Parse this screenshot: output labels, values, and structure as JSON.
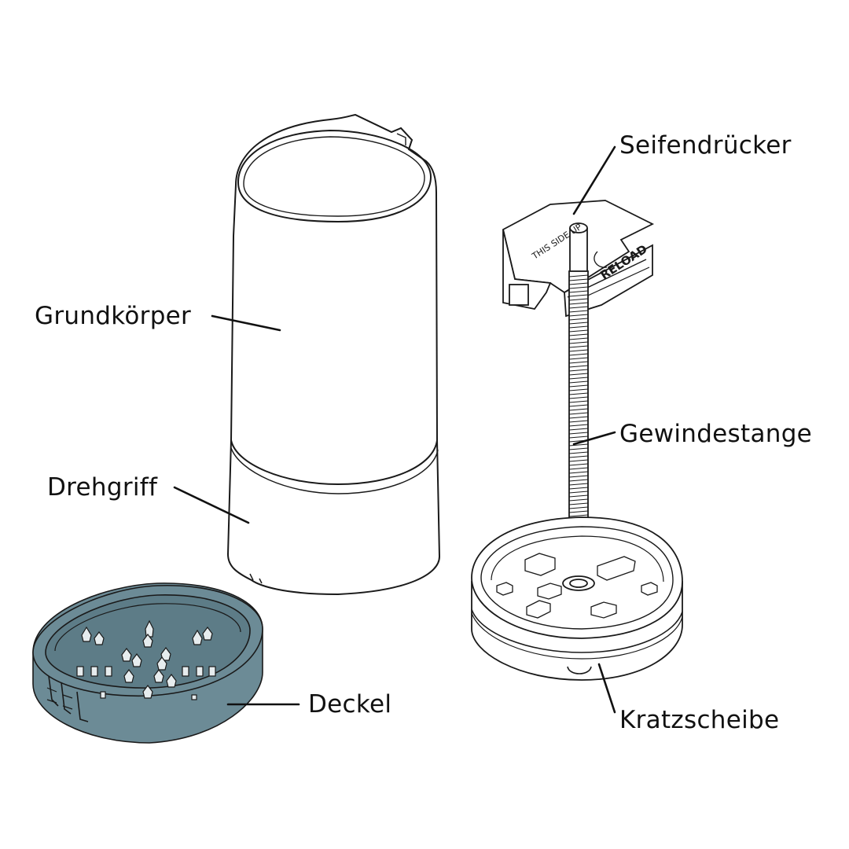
{
  "labels": {
    "grundkoerper": "Grundkörper",
    "drehgriff": "Drehgriff",
    "deckel": "Deckel",
    "seifendruecker": "Seifendrücker",
    "gewindestange": "Gewindestange",
    "kratzscheibe": "Kratzscheibe"
  },
  "part_text": {
    "this_side_up": "THIS SIDE UP",
    "reload": "RELOAD"
  },
  "colors": {
    "line": "#1a1a1a",
    "lid_fill": "#6c8b96",
    "lid_dark": "#587580",
    "background": "#ffffff"
  }
}
